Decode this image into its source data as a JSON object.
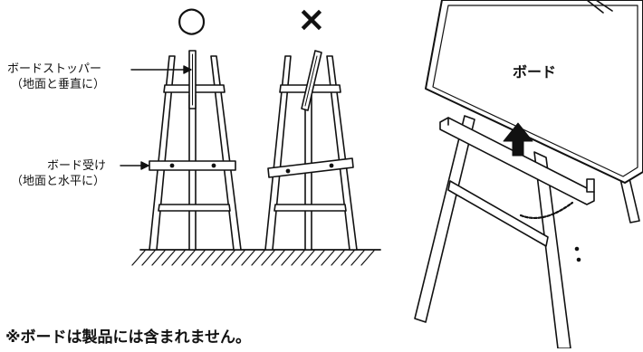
{
  "marks": {
    "correct": "○",
    "incorrect": "×"
  },
  "labels": {
    "stopper": "ボードストッパー",
    "stopper_sub": "（地面と垂直に）",
    "holder": "ボード受け",
    "holder_sub": "（地面と水平に）",
    "board": "ボード"
  },
  "note": "※ボードは製品には含まれません。"
}
